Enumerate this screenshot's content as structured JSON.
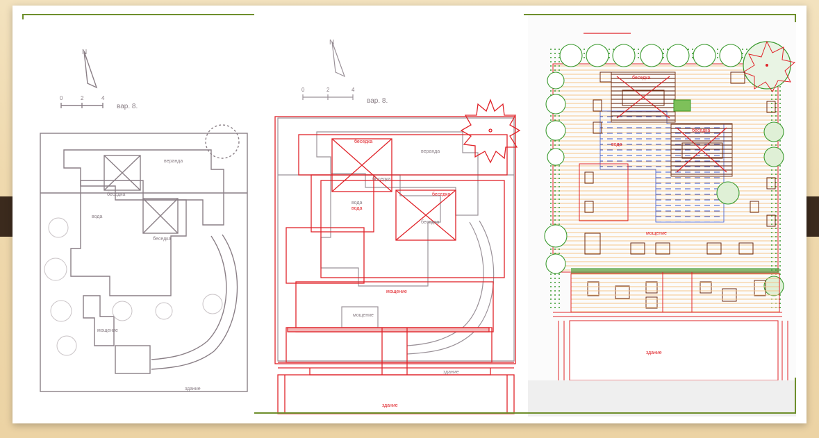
{
  "sketch": {
    "north": "N",
    "scale_ticks": [
      "0",
      "2",
      "4"
    ],
    "variant": "вар. 8.",
    "veranda": "веранда",
    "pavilion_1": "беседка",
    "pavilion_2": "беседка",
    "water": "вода",
    "paving": "мощение",
    "building": "здание"
  },
  "overlay": {
    "north": "N",
    "scale_ticks": [
      "0",
      "2",
      "4"
    ],
    "variant": "вар. 8.",
    "veranda": "веранда",
    "pavilion_1_red": "беседка",
    "pavilion_1_gray": "беседка",
    "pavilion_2_red": "беседка",
    "pavilion_2_gray": "беседка",
    "water_gray": "вода",
    "water_red": "вода",
    "paving_red": "мощение",
    "paving_gray": "мощение",
    "building_gray": "здание",
    "building_red": "здание"
  },
  "plan": {
    "pavilion_1": "беседка",
    "pavilion_2": "беседка",
    "water": "вода",
    "paving": "мощение",
    "building": "здание"
  },
  "colors": {
    "sketch_line": "#8a7f86",
    "red_line": "#e0242a",
    "plant_green": "#3a9a2e",
    "water_blue": "#3b55c8",
    "frame_olive": "#6e8f2c",
    "dark_tab": "#3b2a1d"
  }
}
